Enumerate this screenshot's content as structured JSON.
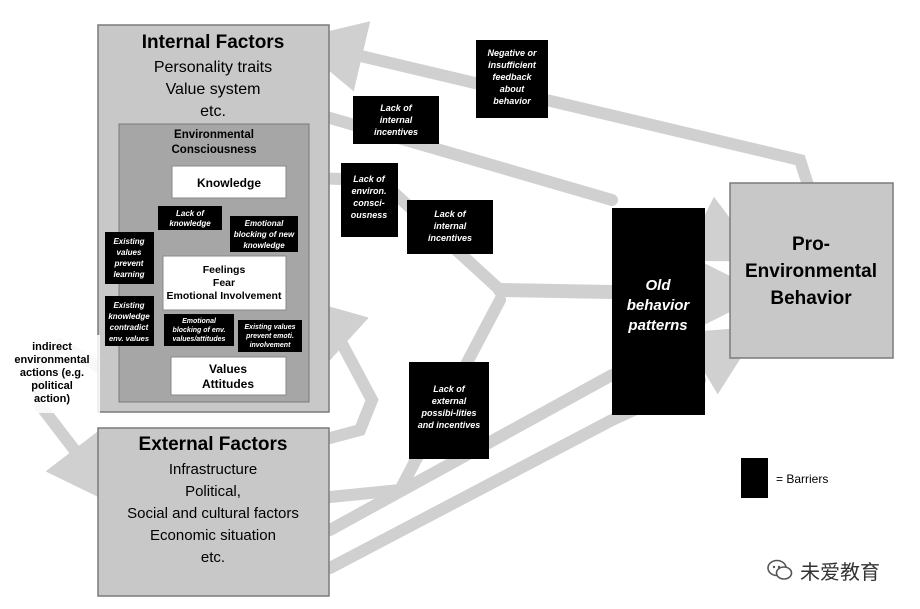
{
  "internal": {
    "title": "Internal Factors",
    "lines": [
      "Personality traits",
      "Value system",
      "etc."
    ]
  },
  "consciousness": {
    "title": [
      "Environmental",
      "Consciousness"
    ],
    "knowledge": "Knowledge",
    "feelings": [
      "Feelings",
      "Fear",
      "Emotional Involvement"
    ],
    "values": [
      "Values",
      "Attitudes"
    ]
  },
  "inner_barriers": {
    "lack_knowledge": [
      "Lack of",
      "knowledge"
    ],
    "emo_block_knowledge": [
      "Emotional",
      "blocking of new",
      "knowledge"
    ],
    "existing_values": [
      "Existing",
      "values",
      "prevent",
      "learning"
    ],
    "existing_knowledge": [
      "Existing",
      "knowledge",
      "contradict",
      "env. values"
    ],
    "emo_block_values": [
      "Emotional",
      "blocking of env.",
      "values/attitudes"
    ],
    "existing_values_emo": [
      "Existing values",
      "prevent emoti.",
      "involvement"
    ]
  },
  "barriers": {
    "negative_feedback": [
      "Negative or",
      "insufficient",
      "feedback",
      "about",
      "behavior"
    ],
    "lack_internal_1": [
      "Lack of",
      "internal",
      "incentives"
    ],
    "lack_environ": [
      "Lack of",
      "environ.",
      "consci-",
      "ousness"
    ],
    "lack_internal_2": [
      "Lack of",
      "internal",
      "incentives"
    ],
    "lack_external": [
      "Lack of",
      "external",
      "possibi-lities",
      "and incentives"
    ]
  },
  "indirect_actions": [
    "indirect",
    "environmental",
    "actions (e.g.",
    "political",
    "action)"
  ],
  "external": {
    "title": "External Factors",
    "lines": [
      "Infrastructure",
      "Political,",
      "Social and cultural factors",
      "Economic situation",
      "etc."
    ]
  },
  "old_behavior": [
    "Old",
    "behavior",
    "patterns"
  ],
  "pro_env": [
    "Pro-",
    "Environmental",
    "Behavior"
  ],
  "legend": {
    "label": "= Barriers"
  },
  "watermark": {
    "text": "未爱教育"
  },
  "colors": {
    "box_fill": "#c8c8c8",
    "inner_fill": "#a6a6a6",
    "barrier": "#000000",
    "arrow": "#d0d0d0"
  }
}
